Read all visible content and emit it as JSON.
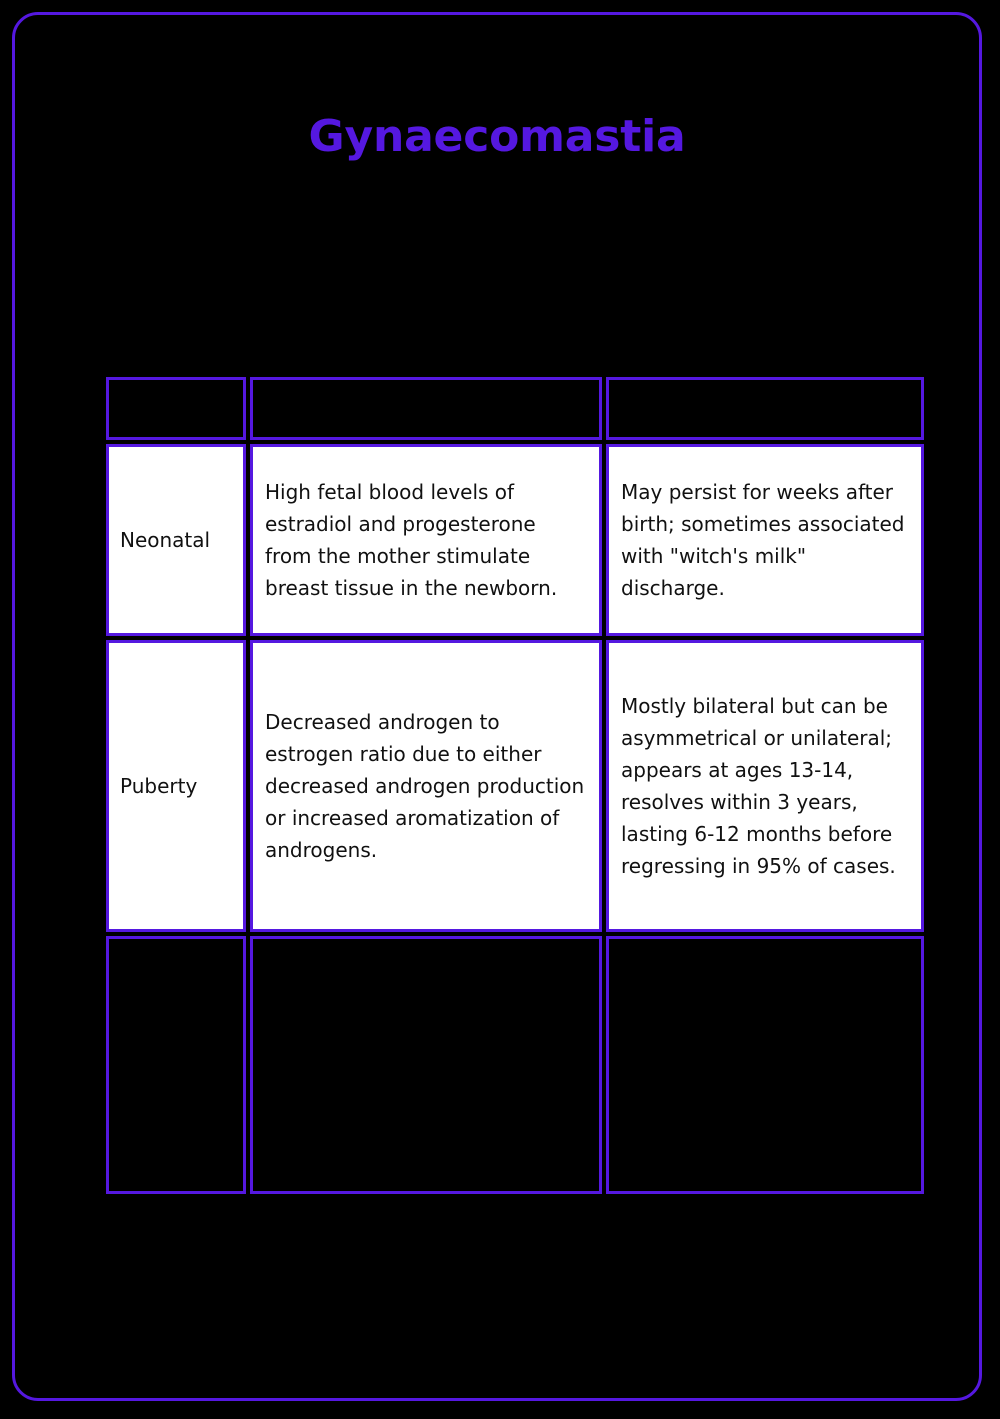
{
  "page": {
    "title": "Gynaecomastia",
    "emoji": "😷",
    "emoji_name": "face-with-medical-mask-emoji",
    "background_color": "#000000",
    "accent_color": "#5518e0",
    "card_border_color": "#5518e0",
    "cell_background_color": "#ffffff",
    "text_color": "#111111"
  },
  "table": {
    "columns": [
      {
        "key": "stage",
        "header": ""
      },
      {
        "key": "mechanism",
        "header": ""
      },
      {
        "key": "features",
        "header": ""
      }
    ],
    "rows": [
      {
        "stage": "Neonatal",
        "mechanism": "High fetal blood levels of estradiol and progesterone from the mother stimulate breast tissue in the newborn.",
        "features": "May persist for weeks after birth; sometimes associated with \"witch's milk\" discharge.",
        "filled": true
      },
      {
        "stage": "Puberty",
        "mechanism": "Decreased androgen to estrogen ratio due to either decreased androgen production or increased aromatization of androgens.",
        "features": "Mostly bilateral but can be asymmetrical or unilateral; appears at ages 13-14, resolves within 3 years, lasting 6-12 months before regressing in 95% of cases.",
        "filled": true
      },
      {
        "stage": "",
        "mechanism": "",
        "features": "",
        "filled": false
      }
    ]
  }
}
